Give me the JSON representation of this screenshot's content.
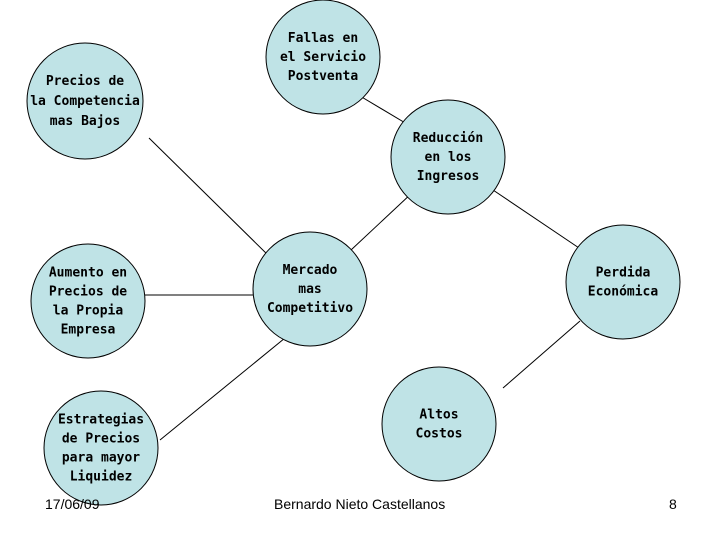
{
  "colors": {
    "node_fill": "#bfe3e6",
    "node_stroke": "#000000",
    "edge": "#000000"
  },
  "nodes": {
    "precios_competencia": {
      "lines": [
        "Precios de",
        "la Competencia",
        "mas Bajos"
      ]
    },
    "fallas_servicio": {
      "lines": [
        "Fallas en",
        "el Servicio",
        "Postventa"
      ]
    },
    "reduccion_ingresos": {
      "lines": [
        "Reducción",
        "en los",
        "Ingresos"
      ]
    },
    "aumento_precios": {
      "lines": [
        "Aumento en",
        "Precios de",
        "la Propia",
        "Empresa"
      ]
    },
    "mercado_competitivo": {
      "lines": [
        "Mercado",
        "mas",
        "Competitivo"
      ]
    },
    "perdida_economica": {
      "lines": [
        "Perdida",
        "Económica"
      ]
    },
    "estrategias_precios": {
      "lines": [
        "Estrategias",
        "de Precios",
        "para mayor",
        "Liquidez"
      ]
    },
    "altos_costos": {
      "lines": [
        "Altos",
        "Costos"
      ]
    }
  },
  "footer": {
    "date": "17/06/09",
    "author": "Bernardo Nieto Castellanos",
    "page": "8"
  }
}
